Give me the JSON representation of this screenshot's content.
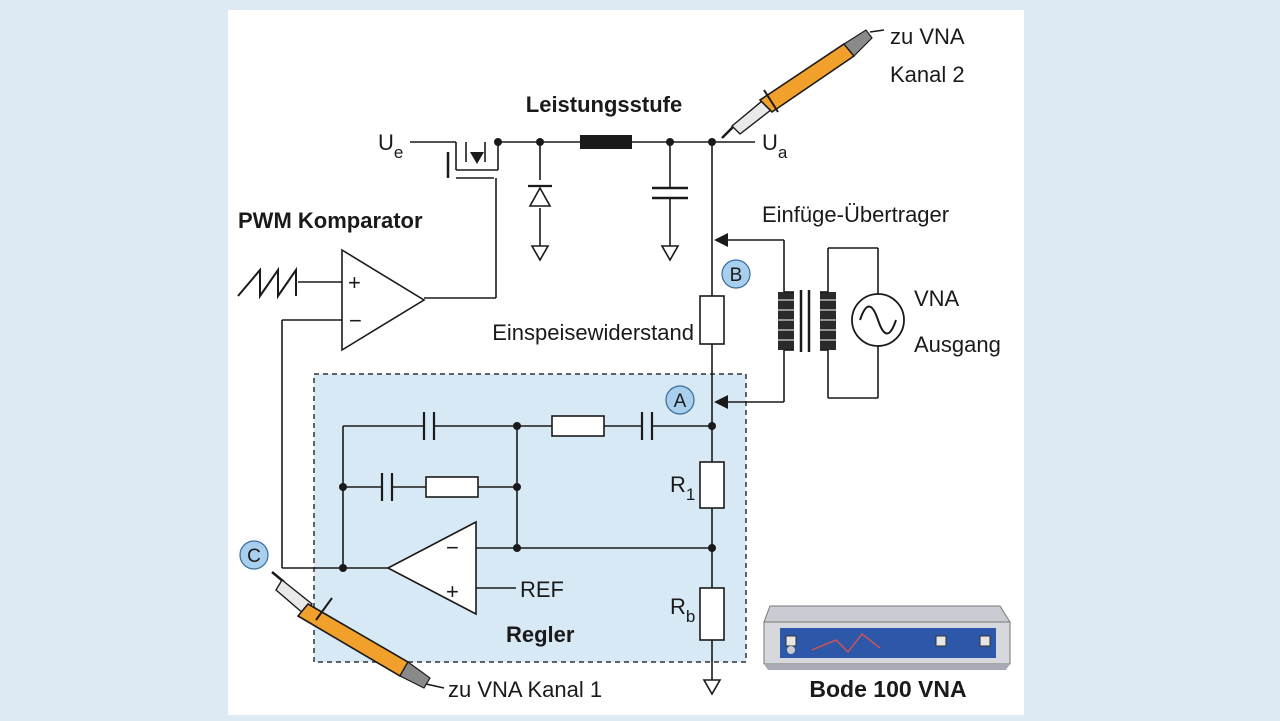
{
  "labels": {
    "leistungsstufe": "Leistungsstufe",
    "pwm_komparator": "PWM Komparator",
    "einfuege_uebertrager": "Einfüge-Übertrager",
    "einspeisewiderstand": "Einspeisewiderstand",
    "vna_ausgang_line1": "VNA",
    "vna_ausgang_line2": "Ausgang",
    "zu_vna_kanal2_line1": "zu VNA",
    "zu_vna_kanal2_line2": "Kanal 2",
    "zu_vna_kanal1": "zu VNA Kanal 1",
    "regler": "Regler",
    "ref": "REF",
    "bode": "Bode 100 VNA",
    "ue": "U",
    "ue_sub": "e",
    "ua": "U",
    "ua_sub": "a",
    "r1": "R",
    "r1_sub": "1",
    "rb": "R",
    "rb_sub": "b",
    "plus": "+",
    "minus": "−"
  },
  "nodes": {
    "a": "A",
    "b": "B",
    "c": "C"
  },
  "colors": {
    "background": "#dde9f3",
    "panel": "#ffffff",
    "regler_box": "#d8e9f6",
    "node_fill": "#a9cfee",
    "probe_orange": "#f2a02c",
    "wire": "#1a1a1a"
  }
}
